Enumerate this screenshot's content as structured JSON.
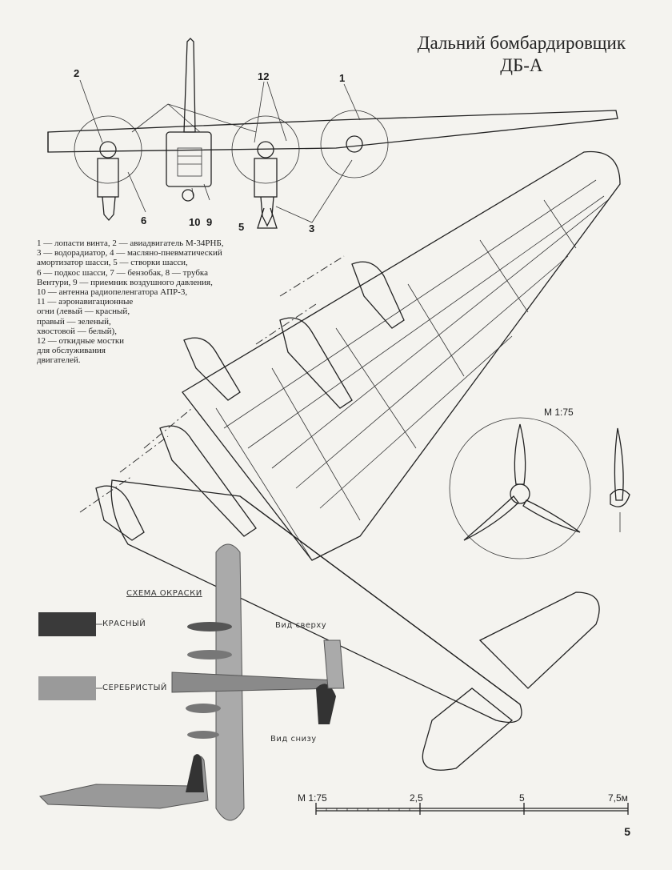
{
  "title": {
    "line1": "Дальний бомбардировщик",
    "line2": "ДБ-А"
  },
  "legend": [
    "1 — лопасти винта, 2 — авиадвигатель М-34РНБ,",
    "3 — водорадиатор, 4 — масляно-пневматический",
    "амортизатор шасси, 5 — створки шасси,",
    "6 — подкос шасси, 7 — бензобак, 8 — трубка",
    "Вентури, 9 — приемник воздушного давления,",
    "10 — антенна радиопеленгатора АПР-3,",
    "11 — аэронавигационные",
    "огни (левый — красный,",
    "правый — зеленый,",
    "хвостовой — белый),",
    "12 — откидные мостки",
    "для обслуживания",
    "двигателей."
  ],
  "callouts": {
    "n1": "1",
    "n2": "2",
    "n12": "12",
    "n6": "6",
    "n10": "10",
    "n9": "9",
    "n5": "5",
    "n3": "3"
  },
  "propeller_scale": "М 1:75",
  "color_scheme": {
    "heading": "СХЕМА ОКРАСКИ",
    "red_label": "КРАСНЫЙ",
    "silver_label": "СЕРЕБРИСТЫЙ",
    "view_top": "Вид сверху",
    "view_bottom": "Вид снизу",
    "red_color": "#3a3a3a",
    "silver_color": "#9a9a9a"
  },
  "scale_bar": {
    "label": "М 1:75",
    "marks": [
      "2,5",
      "5",
      "7,5м"
    ]
  },
  "page_number": "5"
}
